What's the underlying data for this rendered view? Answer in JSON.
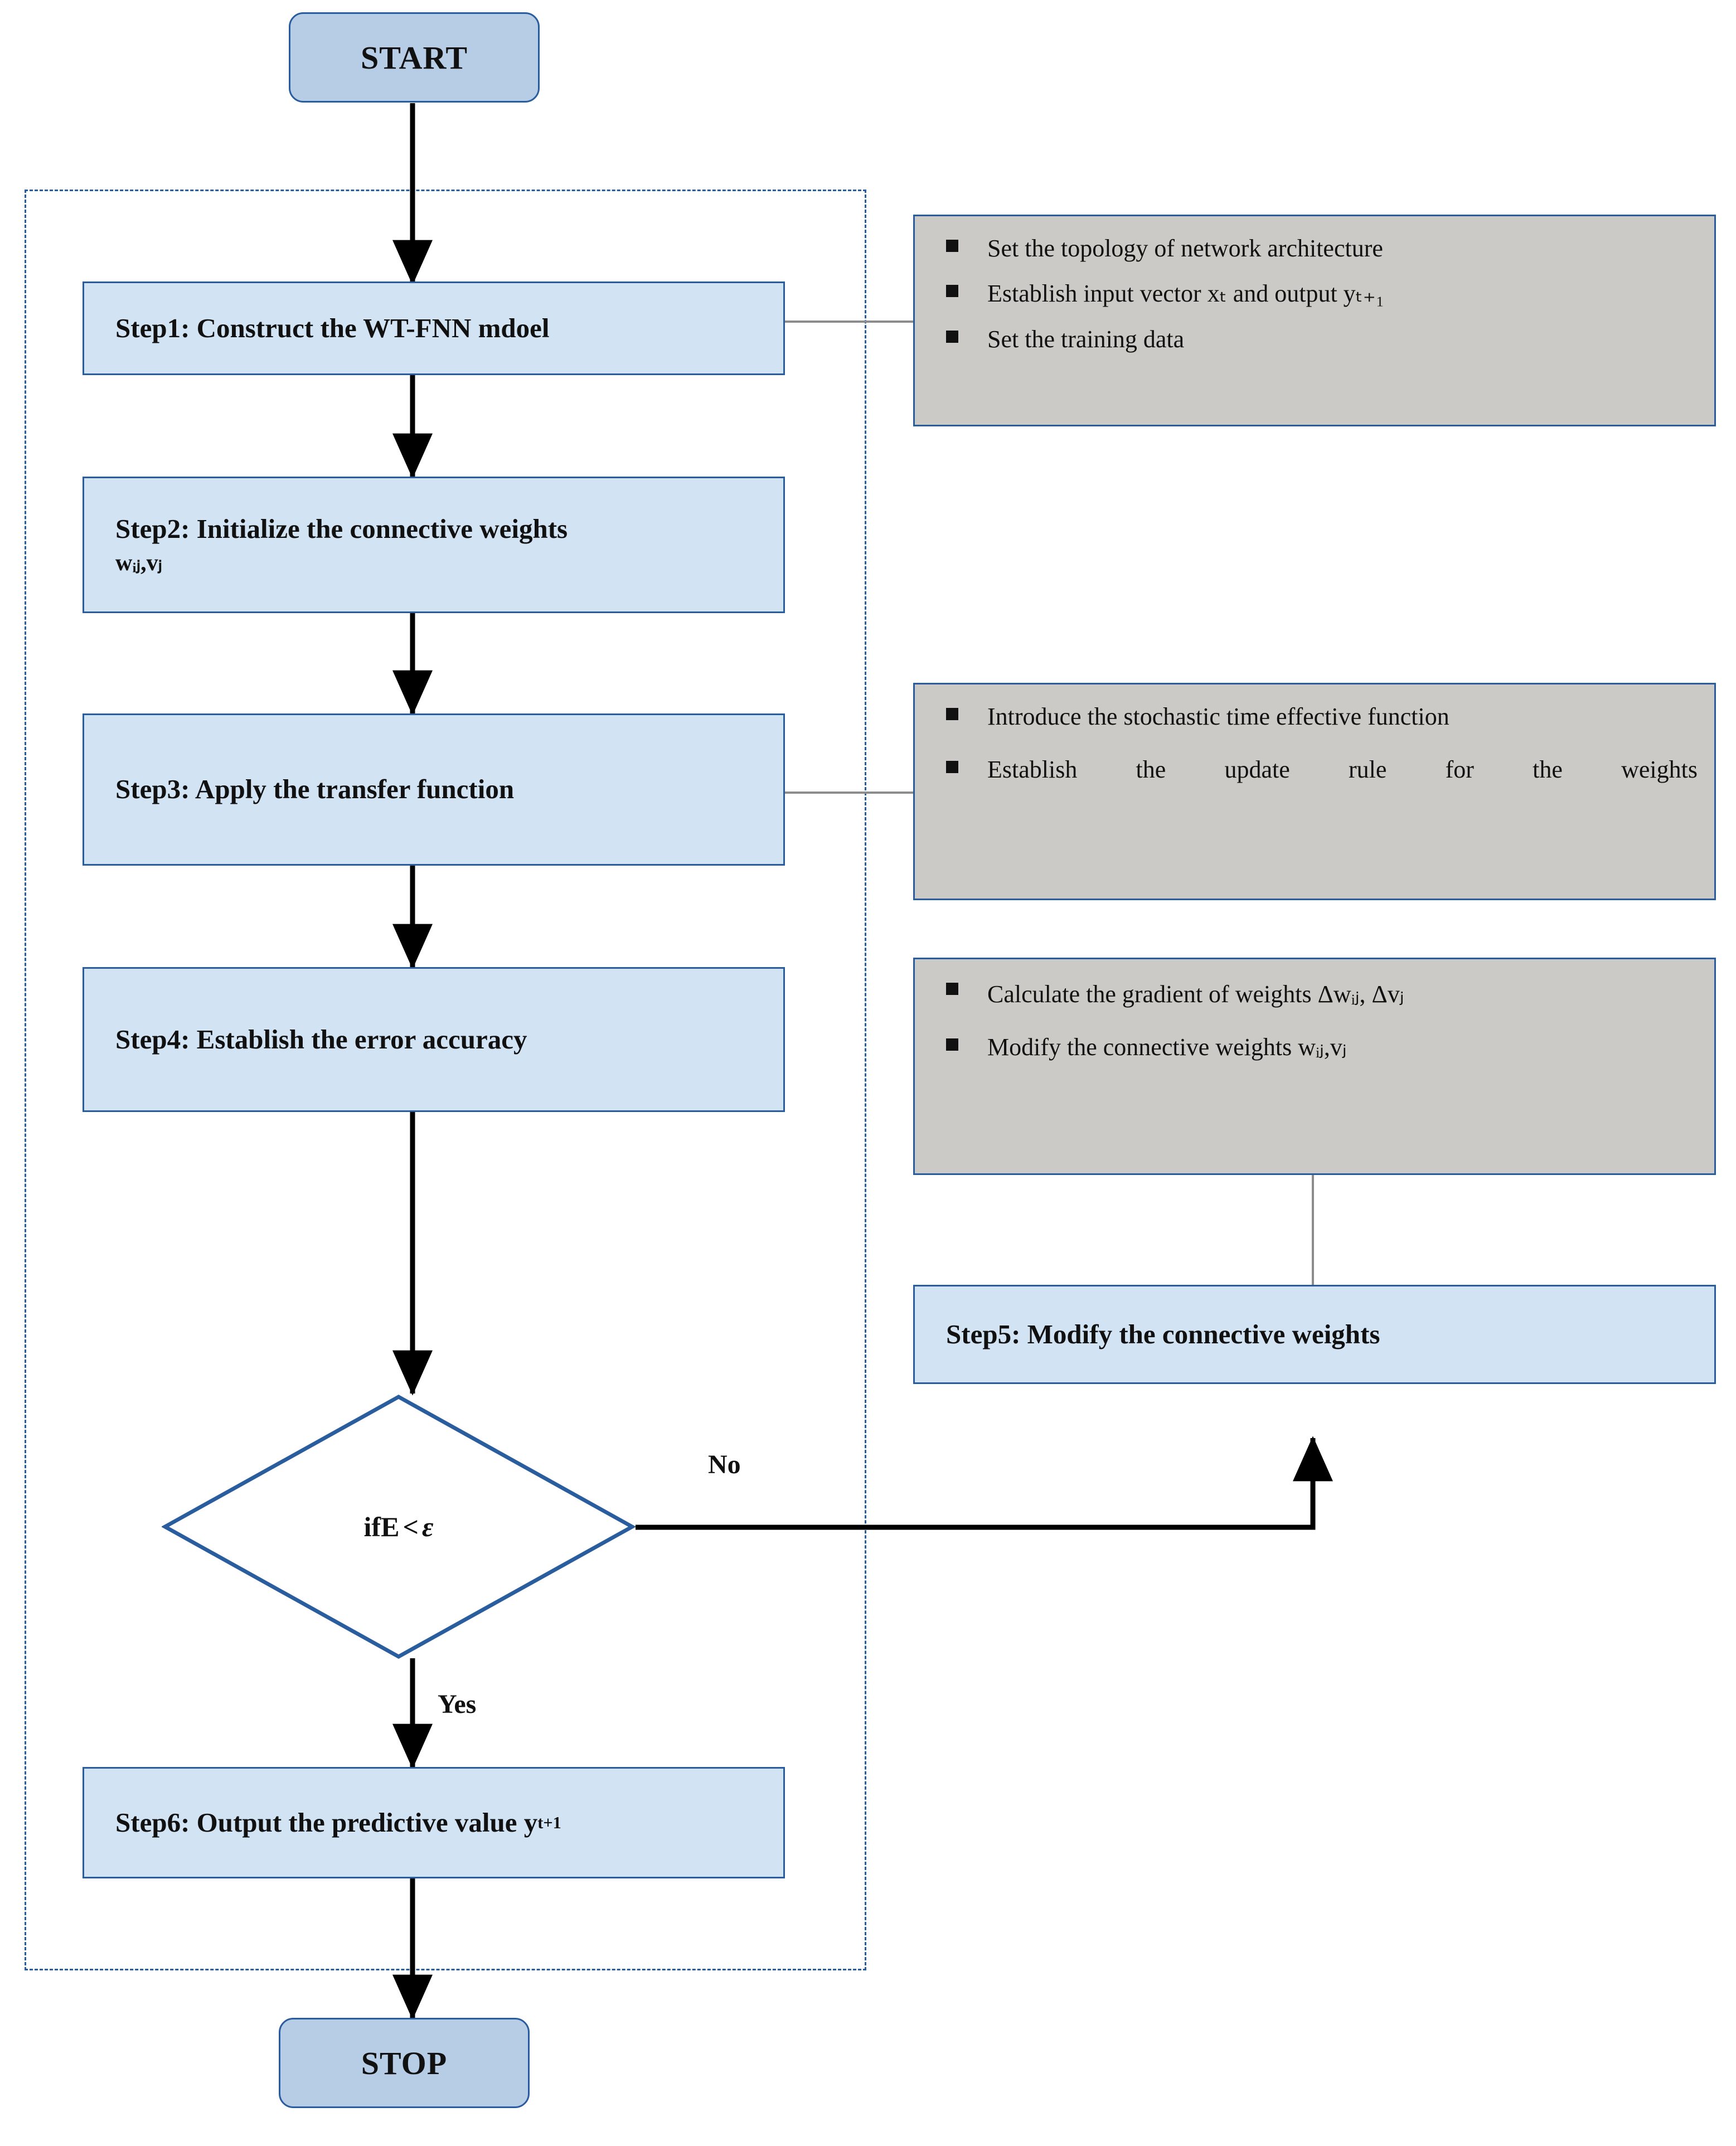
{
  "diagram": {
    "title_nodes": {
      "start": "START",
      "stop": "STOP"
    },
    "steps": [
      {
        "id": "step1",
        "label": "Step1: Construct the WT-FNN mdoel"
      },
      {
        "id": "step2",
        "label": "Step2: Initialize the connective weights"
      },
      {
        "id": "step2b",
        "label": "wᵢⱼ,vⱼ"
      },
      {
        "id": "step3",
        "label": "Step3: Apply the transfer function"
      },
      {
        "id": "step4",
        "label": "Step4: Establish the error accuracy"
      },
      {
        "id": "step5",
        "label": "Step5: Modify the connective weights"
      },
      {
        "id": "step6",
        "label": "Step6: Output the predictive value y"
      },
      {
        "id": "step6sub",
        "label": "t+1"
      }
    ],
    "decision": {
      "text_prefix": "if ",
      "text_bold": "E",
      "text_op": "< ",
      "text_eps": "ε"
    },
    "edge_labels": {
      "no": "No",
      "yes": "Yes"
    },
    "notes": [
      {
        "id": "note1",
        "items": [
          "Set the topology of network architecture",
          "Establish input vector xₜ and output yₜ₊₁",
          "Set the training data"
        ]
      },
      {
        "id": "note2",
        "items": [
          "Introduce the stochastic time effective function",
          "Establish the update rule for the weights"
        ]
      },
      {
        "id": "note3",
        "items": [
          "Calculate the gradient of weights Δwᵢⱼ, Δvⱼ",
          "Modify the connective weights wᵢⱼ,vⱼ"
        ]
      }
    ],
    "colors": {
      "node_border": "#2a5d9e",
      "node_fill": "#d2e3f3",
      "terminal_fill": "#b7cde6",
      "note_fill": "#cccac6",
      "connector": "#8c8c8c",
      "arrow": "#000000"
    }
  }
}
